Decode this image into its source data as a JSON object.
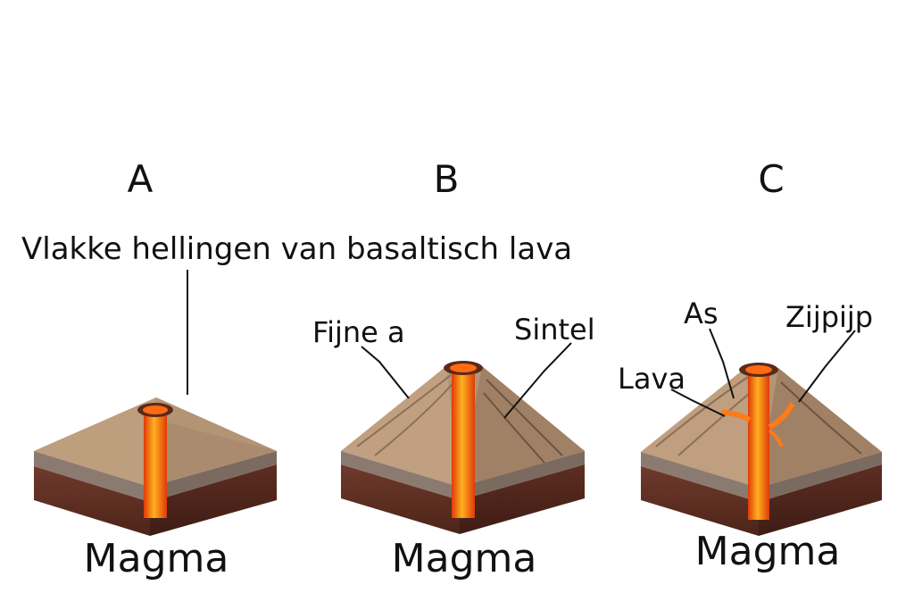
{
  "panels": [
    {
      "letter": "A",
      "base_label": "Magma"
    },
    {
      "letter": "B",
      "base_label": "Magma"
    },
    {
      "letter": "C",
      "base_label": "Magma"
    }
  ],
  "caption_a": "Vlakke hellingen van basaltisch lava",
  "labels_b": {
    "left": "Fijne a",
    "right": "Sintel"
  },
  "labels_c": {
    "ash": "As",
    "lava": "Lava",
    "side_vent": "Zijpijp"
  },
  "colors": {
    "rock_top": "#b09070",
    "rock_top_light": "#c8ab8a",
    "rock_mid": "#8a7466",
    "crust": "#6b3a2e",
    "crust_dark": "#4a241c",
    "magma": "#ff5a10",
    "magma_core": "#ffb020"
  }
}
